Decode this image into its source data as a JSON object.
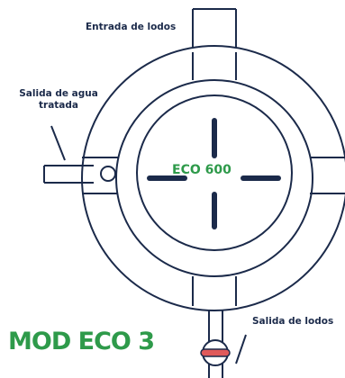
{
  "labels": {
    "inlet": "Entrada de lodos",
    "treated_water_line1": "Salida de agua",
    "treated_water_line2": "tratada",
    "sludge_outlet": "Salida de lodos"
  },
  "center_label": "ECO 600",
  "model_label": "MOD ECO 3",
  "colors": {
    "line": "#1b2a4a",
    "accent_green": "#2e9a4a",
    "valve_red": "#e05a5a"
  }
}
